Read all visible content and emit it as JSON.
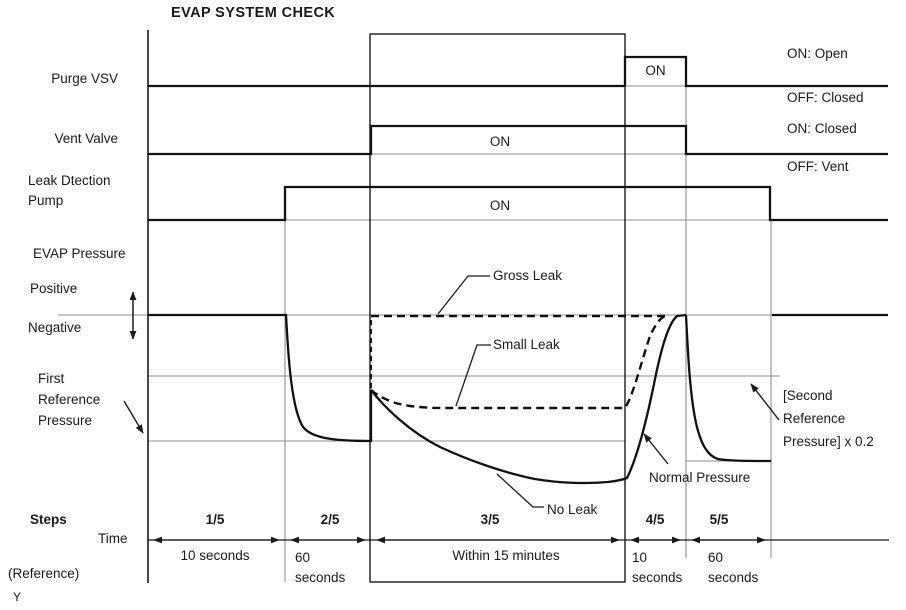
{
  "title": "EVAP SYSTEM CHECK",
  "signals": {
    "purge_vsv": {
      "label": "Purge VSV",
      "on_text": "ON",
      "legend_on": "ON: Open",
      "legend_off": "OFF: Closed"
    },
    "vent_valve": {
      "label": "Vent Valve",
      "on_text": "ON",
      "legend_on": "ON: Closed",
      "legend_off": "OFF: Vent"
    },
    "leak_pump": {
      "label": "Leak Dtection Pump",
      "on_text": "ON"
    }
  },
  "pressure": {
    "label": "EVAP Pressure",
    "positive": "Positive",
    "negative": "Negative",
    "first_reference": "First Reference Pressure",
    "second_reference": "[Second Reference Pressure] x 0.2",
    "curves": {
      "gross_leak": "Gross Leak",
      "small_leak": "Small Leak",
      "no_leak": "No Leak",
      "normal": "Normal Pressure"
    }
  },
  "steps": {
    "label": "Steps",
    "time_label": "Time",
    "reference_label": "(Reference)",
    "items": [
      {
        "step": "1/5",
        "duration": "10 seconds"
      },
      {
        "step": "2/5",
        "duration": "60 seconds"
      },
      {
        "step": "3/5",
        "duration": "Within 15 minutes"
      },
      {
        "step": "4/5",
        "duration": "10 seconds"
      },
      {
        "step": "5/5",
        "duration": "60 seconds"
      }
    ]
  },
  "footnote": "Y",
  "colors": {
    "ink": "#1a1a1a",
    "reference_line": "#8f8f8f",
    "background": "#ffffff"
  }
}
